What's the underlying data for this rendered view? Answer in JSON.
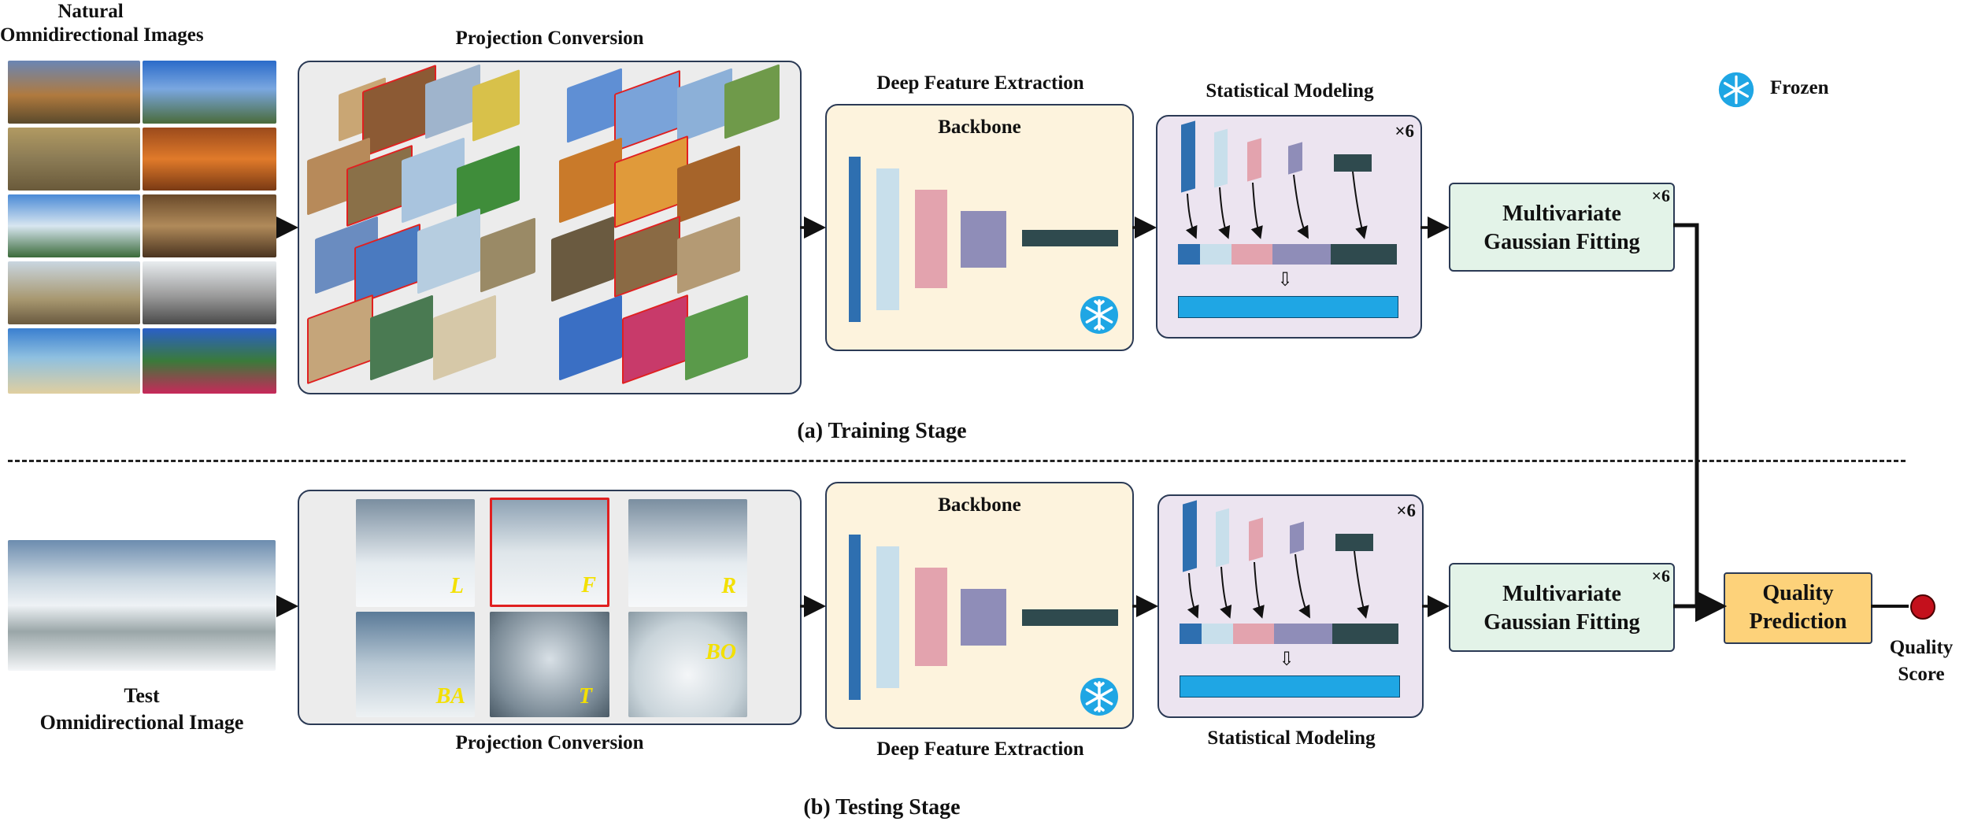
{
  "training": {
    "input_label_line1": "Natural",
    "input_label_line2": "Omnidirectional Images",
    "projection_label": "Projection Conversion",
    "dfe_label": "Deep Feature Extraction",
    "backbone_label": "Backbone",
    "stat_label": "Statistical Modeling",
    "stat_mult": "×6",
    "mvg_line1": "Multivariate",
    "mvg_line2": "Gaussian Fitting",
    "mvg_mult": "×6",
    "stage_caption": "(a) Training Stage"
  },
  "legend": {
    "frozen_label": "Frozen",
    "frozen_icon": "snowflake-icon"
  },
  "testing": {
    "input_label_line1": "Test",
    "input_label_line2": "Omnidirectional Image",
    "projection_label": "Projection Conversion",
    "viewport_labels": [
      "L",
      "F",
      "R",
      "BA",
      "T",
      "BO"
    ],
    "dfe_label": "Deep Feature Extraction",
    "backbone_label": "Backbone",
    "stat_label": "Statistical Modeling",
    "stat_mult": "×6",
    "mvg_line1": "Multivariate",
    "mvg_line2": "Gaussian Fitting",
    "mvg_mult": "×6",
    "quality_line1": "Quality",
    "quality_line2": "Prediction",
    "score_line1": "Quality",
    "score_line2": "Score",
    "stage_caption": "(b) Testing Stage"
  },
  "colors": {
    "layer1": "#2e6fb0",
    "layer2": "#c8dfeb",
    "layer3": "#e3a3ae",
    "layer4": "#8f8db8",
    "layer5": "#2f4a4e",
    "concat_bar": "#1fa6e4",
    "snowflake": "#1fa6e4",
    "score_dot": "#c4101c",
    "highlight": "#e02020"
  }
}
